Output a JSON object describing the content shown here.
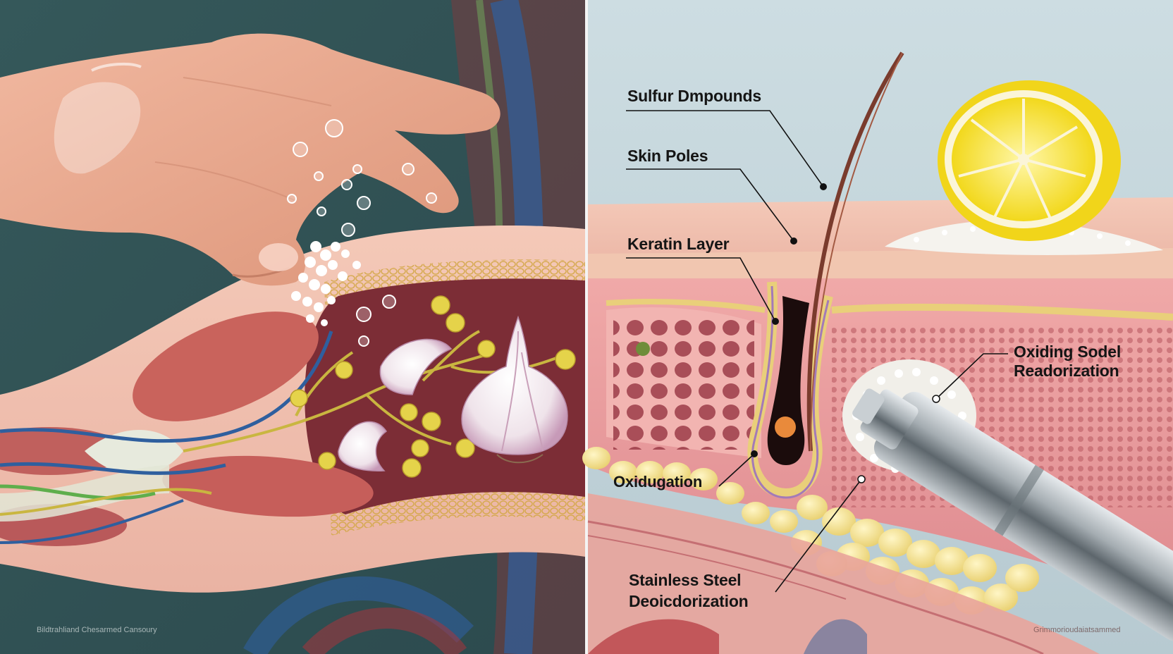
{
  "labels": {
    "sulfur_compounds": "Sulfur Dmpounds",
    "skin_pores": "Skin Poles",
    "keratin_layer": "Keratin Layer",
    "oxidation": "Oxidugation",
    "oxiding_line1": "Oxiding Sodel",
    "oxiding_line2": "Readorization",
    "steel_line1": "Stainless Steel",
    "steel_line2": "Deoicdorization"
  },
  "footer": {
    "left": "Bildtrahliand Chesarmed Cansoury",
    "right": "Grimmorioudaiatsammed"
  },
  "colors": {
    "panel_left_bg": "#3d5a5c",
    "panel_right_bg": "#b9cdd4",
    "skin": "#f0b0a0",
    "tissue": "#e8999a",
    "fat": "#f3e39a",
    "lemon": "#f5e23a",
    "steel": "#9aa3a8",
    "vein_blue": "#2f5f9e"
  },
  "icons": {
    "hand": "hand-illustration",
    "garlic": "garlic-bulb-illustration",
    "lemon": "lemon-half-illustration",
    "steel_rod": "stainless-steel-rod-illustration",
    "hair": "hair-strand-illustration"
  }
}
